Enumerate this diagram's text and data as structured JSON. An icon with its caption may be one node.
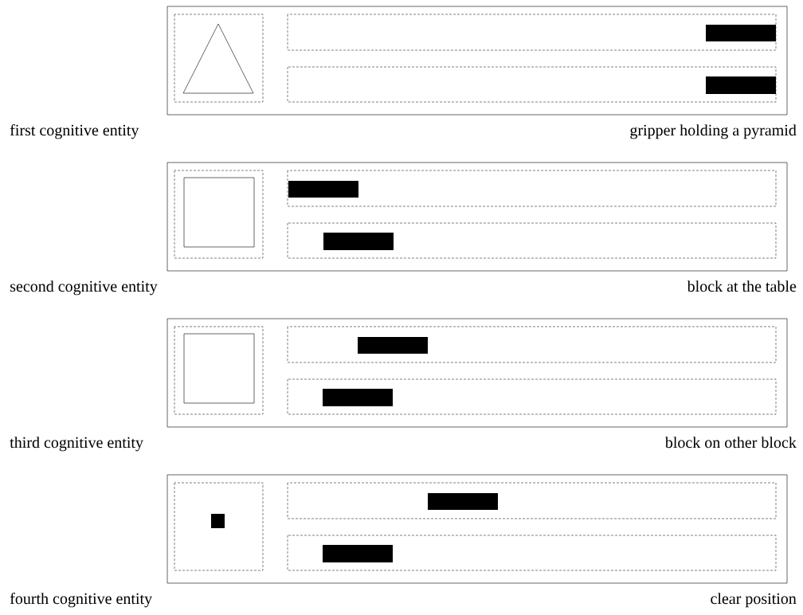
{
  "diagram": {
    "nodes": [
      {
        "text": [
          "first cognitive entity",
          "gripper holding a pyramid"
        ]
      },
      {
        "text": [
          "second cognitive entity",
          "block at the table"
        ]
      },
      {
        "text": [
          "third cognitive entity",
          "block on other block"
        ]
      },
      {
        "text": [
          "fourth cognitive entity",
          "clear position"
        ]
      }
    ]
  }
}
